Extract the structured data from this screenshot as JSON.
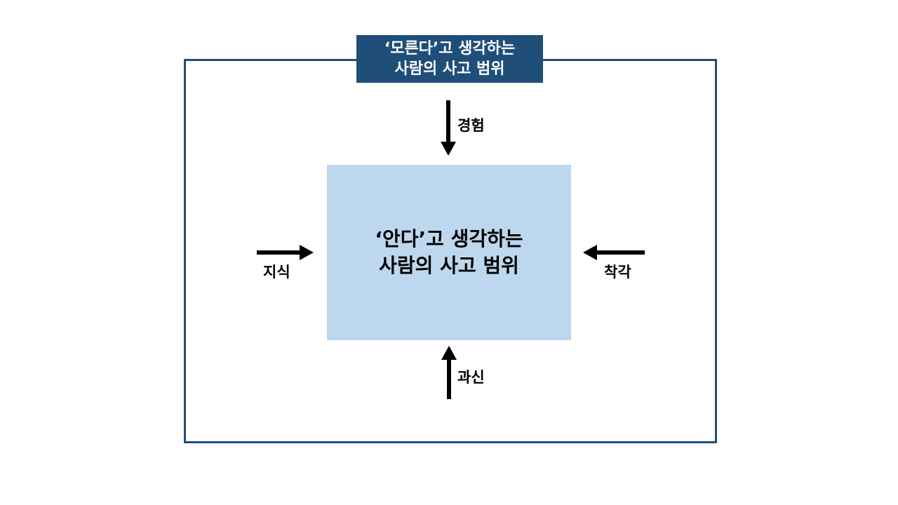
{
  "outer_title": {
    "line1": "‘모른다’고 생각하는",
    "line2": "사람의 사고 범위"
  },
  "inner_box": {
    "line1": "‘안다’고 생각하는",
    "line2": "사람의 사고 범위"
  },
  "forces": {
    "top": "경험",
    "left": "지식",
    "right": "착각",
    "bottom": "과신"
  },
  "colors": {
    "frame": "#1f4e79",
    "title_bg": "#1f4e79",
    "inner_bg": "#bdd7ee",
    "arrow": "#000000"
  }
}
